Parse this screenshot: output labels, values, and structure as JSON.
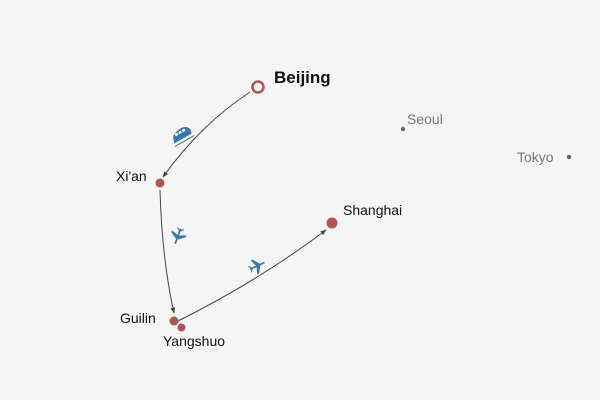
{
  "colors": {
    "background": "#f5f5f5",
    "city": "#b05454",
    "icon": "#3a78b0",
    "secondary": "#777777"
  },
  "cities": {
    "beijing": "Beijing",
    "xian": "Xi'an",
    "shanghai": "Shanghai",
    "guilin": "Guilin",
    "yangshuo": "Yangshuo",
    "seoul": "Seoul",
    "tokyo": "Tokyo"
  },
  "routes": [
    {
      "from": "Beijing",
      "to": "Xi'an",
      "mode": "train-icon"
    },
    {
      "from": "Xi'an",
      "to": "Guilin",
      "mode": "plane-icon"
    },
    {
      "from": "Guilin",
      "to": "Shanghai",
      "mode": "plane-icon"
    }
  ]
}
